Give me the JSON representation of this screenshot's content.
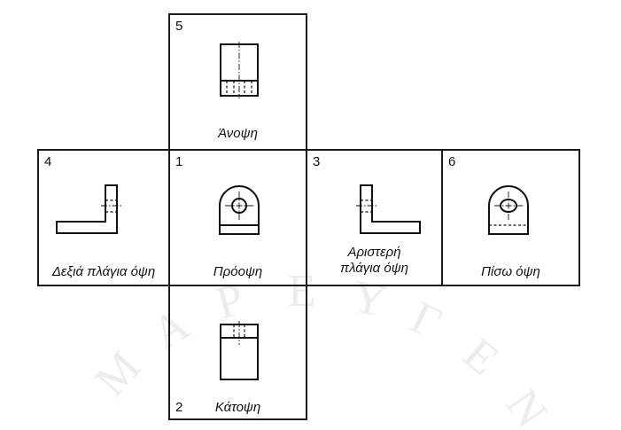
{
  "views": [
    {
      "number": "5",
      "label": "Άνοψη"
    },
    {
      "number": "4",
      "label": "Δεξιά πλάγια όψη"
    },
    {
      "number": "1",
      "label": "Πρόοψη"
    },
    {
      "number": "3",
      "label": "Αριστερή πλάγια όψη"
    },
    {
      "number": "6",
      "label": "Πίσω όψη"
    },
    {
      "number": "2",
      "label": "Κάτοψη"
    }
  ],
  "watermark": "ΜΑΡΕΥΓΕΝ"
}
